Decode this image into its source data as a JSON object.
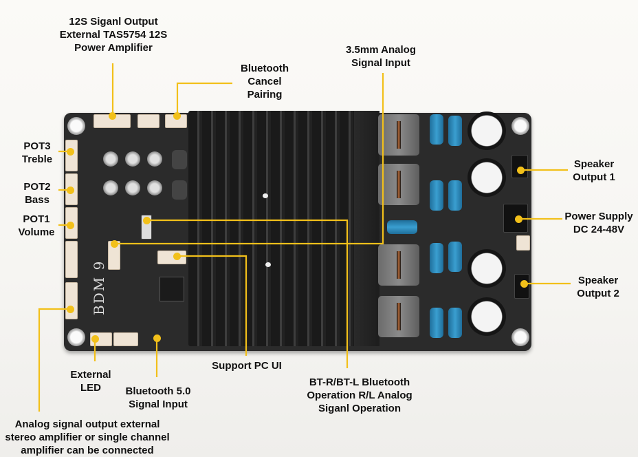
{
  "diagram": {
    "subject": "BDM9 TAS5754 Bluetooth amplifier board",
    "board_silkscreen": "BDM 9",
    "accent_color": "#f2c01a",
    "labels": {
      "i2s_output": "12S Siganl Output\nExternal TAS5754 12S\nPower Amplifier",
      "bt_cancel_pairing": "Bluetooth\nCancel\nPairing",
      "analog_input": "3.5mm Analog\nSignal Input",
      "pot3": "POT3\nTreble",
      "pot2": "POT2\nBass",
      "pot1": "POT1\nVolume",
      "speaker_output_1": "Speaker\nOutput 1",
      "power_supply": "Power Supply\nDC 24-48V",
      "speaker_output_2": "Speaker\nOutput 2",
      "support_pc_ui": "Support PC UI",
      "bt_rl_operation": "BT-R/BT-L Bluetooth\nOperation R/L Analog\nSiganl Operation",
      "external_led": "External\nLED",
      "bt_signal_input": "Bluetooth 5.0\nSignal Input",
      "analog_output": "Analog signal output external\nstereo amplifier  or single channel\namplifier can be connected"
    }
  }
}
